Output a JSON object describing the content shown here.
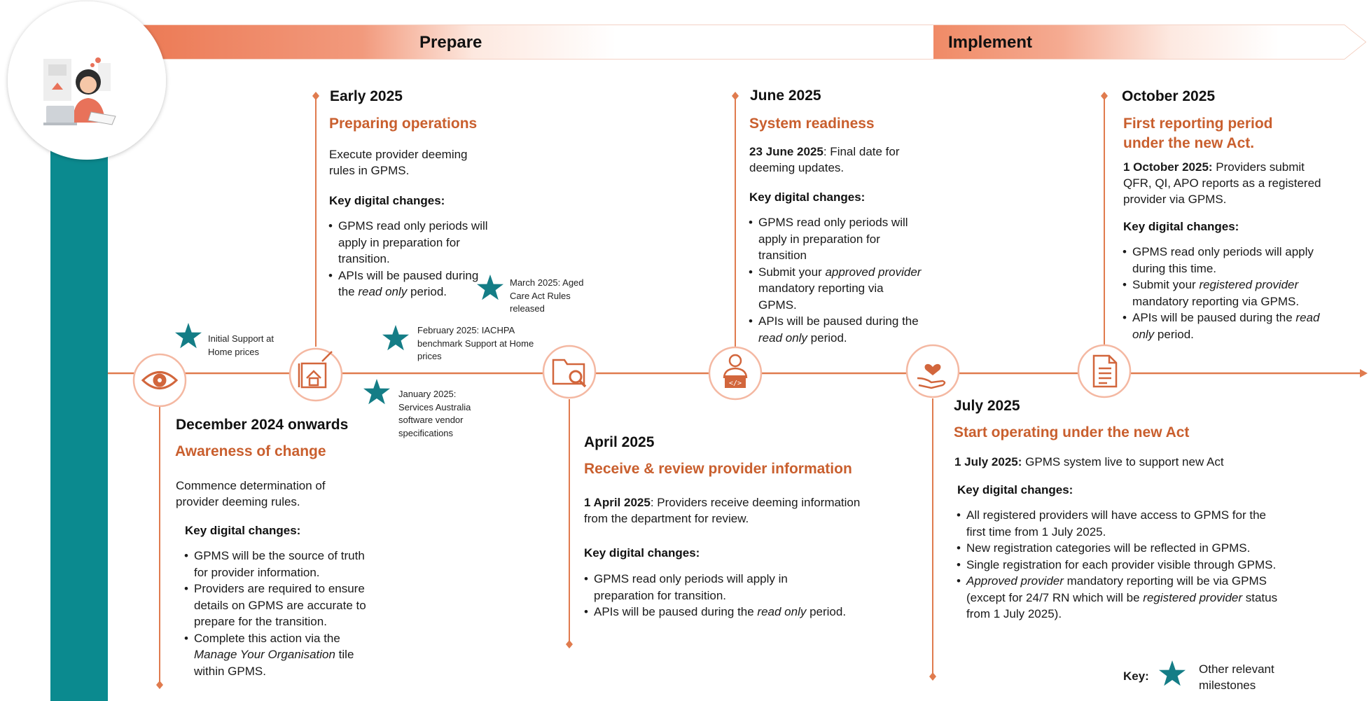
{
  "phases": {
    "prepare": "Prepare",
    "implement": "Implement"
  },
  "colors": {
    "accent": "#c95f2e",
    "line": "#e07b4e",
    "teal": "#0b8a8f",
    "star": "#147d86"
  },
  "stages": [
    {
      "icon": "eye-icon",
      "date": "December 2024 onwards",
      "title": "Awareness of change",
      "desc": "Commence determination of provider deeming rules.",
      "kdc": "Key digital changes:",
      "bullets": [
        {
          "parts": [
            {
              "t": "GPMS will be the source of truth for provider information."
            }
          ]
        },
        {
          "parts": [
            {
              "t": "Providers are required to ensure details on GPMS are accurate to prepare for the transition."
            }
          ]
        },
        {
          "parts": [
            {
              "t": "Complete this action via the "
            },
            {
              "t": "Manage Your Organisation",
              "i": true
            },
            {
              "t": " tile within GPMS."
            }
          ]
        }
      ]
    },
    {
      "icon": "house-document-icon",
      "date": "Early 2025",
      "title": "Preparing operations",
      "desc": "Execute provider deeming rules in GPMS.",
      "kdc": "Key digital changes:",
      "bullets": [
        {
          "parts": [
            {
              "t": "GPMS read only periods will apply in preparation for transition."
            }
          ]
        },
        {
          "parts": [
            {
              "t": "APIs will be paused during the "
            },
            {
              "t": "read only",
              "i": true
            },
            {
              "t": " period."
            }
          ]
        }
      ]
    },
    {
      "icon": "folder-search-icon",
      "date": "April 2025",
      "title": "Receive & review provider information",
      "desc_bold": "1 April 2025",
      "desc": ": Providers receive deeming information from the department for review.",
      "kdc": "Key digital changes:",
      "bullets": [
        {
          "parts": [
            {
              "t": "GPMS read only periods will apply in preparation for transition."
            }
          ]
        },
        {
          "parts": [
            {
              "t": "APIs will be paused during the "
            },
            {
              "t": "read only",
              "i": true
            },
            {
              "t": " period."
            }
          ]
        }
      ]
    },
    {
      "icon": "developer-laptop-icon",
      "date": "June 2025",
      "title": "System readiness",
      "desc_bold": "23 June 2025",
      "desc": ": Final date for deeming updates.",
      "kdc": "Key digital changes:",
      "bullets": [
        {
          "parts": [
            {
              "t": "GPMS read only periods will apply in preparation for transition"
            }
          ]
        },
        {
          "parts": [
            {
              "t": "Submit your "
            },
            {
              "t": "approved provider",
              "i": true
            },
            {
              "t": " mandatory reporting via GPMS."
            }
          ]
        },
        {
          "parts": [
            {
              "t": "APIs will be paused during the "
            },
            {
              "t": "read only",
              "i": true
            },
            {
              "t": " period."
            }
          ]
        }
      ]
    },
    {
      "icon": "hand-heart-icon",
      "date": "July 2025",
      "title": "Start operating under the new Act",
      "desc_bold": "1 July 2025:",
      "desc": " GPMS system live to support new Act",
      "kdc": "Key digital changes:",
      "bullets": [
        {
          "parts": [
            {
              "t": "All registered providers will have access to GPMS for the first time from 1 July 2025."
            }
          ]
        },
        {
          "parts": [
            {
              "t": "New registration categories will be reflected in GPMS."
            }
          ]
        },
        {
          "parts": [
            {
              "t": "Single registration for each provider visible through GPMS."
            }
          ]
        },
        {
          "parts": [
            {
              "t": "Approved provider",
              "i": true
            },
            {
              "t": " mandatory reporting will be via GPMS (except for 24/7 RN which will be "
            },
            {
              "t": "registered provider",
              "i": true
            },
            {
              "t": " status from 1 July 2025)."
            }
          ]
        }
      ]
    },
    {
      "icon": "document-icon",
      "date": "October 2025",
      "title": "First reporting period under the new Act.",
      "desc_bold": "1 October 2025:",
      "desc": " Providers submit QFR, QI, APO reports as a registered provider via GPMS.",
      "kdc": "Key digital changes:",
      "bullets": [
        {
          "parts": [
            {
              "t": "GPMS read only periods will apply during this time."
            }
          ]
        },
        {
          "parts": [
            {
              "t": "Submit your "
            },
            {
              "t": "registered provider",
              "i": true
            },
            {
              "t": " mandatory reporting via GPMS."
            }
          ]
        },
        {
          "parts": [
            {
              "t": "APIs will be paused during the "
            },
            {
              "t": "read only",
              "i": true
            },
            {
              "t": " period."
            }
          ]
        }
      ]
    }
  ],
  "milestones": [
    "Initial Support at Home prices",
    "February 2025: IACHPA benchmark Support at Home prices",
    "March 2025: Aged Care Act Rules released",
    "January 2025: Services Australia software vendor specifications"
  ],
  "key": {
    "label": "Key:",
    "desc": "Other relevant milestones"
  }
}
